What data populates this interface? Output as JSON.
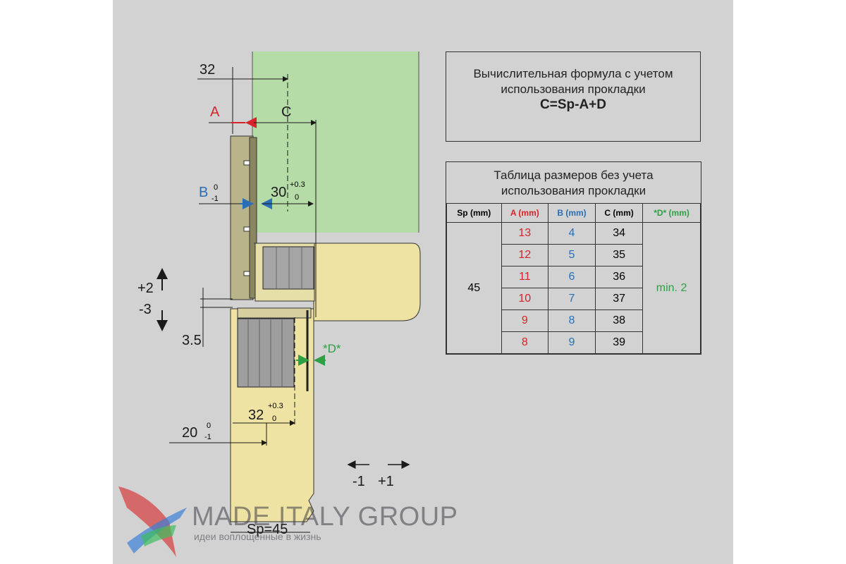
{
  "formula_box": {
    "line1": "Вычислительная формула с учетом",
    "line2": "использования прокладки",
    "formula": "C=Sp-A+D"
  },
  "size_table": {
    "caption_line1": "Таблица размеров без учета",
    "caption_line2": "использования прокладки",
    "headers": [
      "Sp (mm)",
      "A (mm)",
      "B (mm)",
      "C (mm)",
      "*D* (mm)"
    ],
    "sp_value": "45",
    "d_value": "min. 2",
    "rows": [
      {
        "a": "13",
        "b": "4",
        "c": "34"
      },
      {
        "a": "12",
        "b": "5",
        "c": "35"
      },
      {
        "a": "11",
        "b": "6",
        "c": "36"
      },
      {
        "a": "10",
        "b": "7",
        "c": "37"
      },
      {
        "a": "9",
        "b": "8",
        "c": "38"
      },
      {
        "a": "8",
        "b": "9",
        "c": "39"
      }
    ],
    "colors": {
      "a": "#d8232a",
      "b": "#2a6fb5",
      "d": "#2ea043"
    }
  },
  "drawing": {
    "dim_32_top": "32",
    "label_a": "A",
    "label_c": "C",
    "label_b": "B",
    "b_tol_top": "0",
    "b_tol_bottom": "-1",
    "dim_30": "30",
    "tol_30_top": "+0.3",
    "tol_30_bottom": "0",
    "adj_plus2": "+2",
    "adj_minus3": "-3",
    "dim_3_5": "3.5",
    "label_d": "*D*",
    "dim_32_bottom": "32",
    "tol_32_top": "+0.3",
    "tol_32_bottom": "0",
    "dim_20": "20",
    "tol_20_top": "0",
    "tol_20_bottom": "-1",
    "adj_minus1": "-1",
    "adj_plus1": "+1",
    "sp_label": "Sp=45"
  },
  "watermark": {
    "brand": "MADE ITALY GROUP",
    "tagline": "идеи воплощенные в жизнь"
  }
}
